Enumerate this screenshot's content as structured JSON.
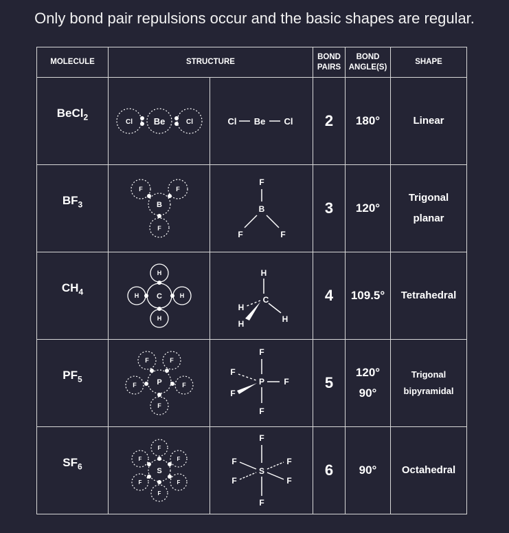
{
  "heading": "Only bond pair repulsions occur and the basic shapes are regular.",
  "headers": {
    "molecule": "MOLECULE",
    "structure": "STRUCTURE",
    "bond_pairs_1": "BOND",
    "bond_pairs_2": "PAIRS",
    "bond_angles_1": "BOND",
    "bond_angles_2": "ANGLE(S)",
    "shape": "SHAPE"
  },
  "rows": [
    {
      "formula": "BeCl",
      "subscript": "2",
      "bond_pairs": "2",
      "angles": [
        "180°"
      ],
      "shape": [
        "Linear"
      ],
      "structure": {
        "central": "Be",
        "ligand": "Cl",
        "ligand_dot": "Cl"
      }
    },
    {
      "formula": "BF",
      "subscript": "3",
      "bond_pairs": "3",
      "angles": [
        "120°"
      ],
      "shape": [
        "Trigonal",
        "planar"
      ],
      "structure": {
        "central": "B",
        "ligand": "F"
      }
    },
    {
      "formula": "CH",
      "subscript": "4",
      "bond_pairs": "4",
      "angles": [
        "109.5°"
      ],
      "shape": [
        "Tetrahedral"
      ],
      "structure": {
        "central": "C",
        "ligand": "H"
      }
    },
    {
      "formula": "PF",
      "subscript": "5",
      "bond_pairs": "5",
      "angles": [
        "120°",
        "90°"
      ],
      "shape": [
        "Trigonal",
        "bipyramidal"
      ],
      "structure": {
        "central": "P",
        "ligand": "F"
      }
    },
    {
      "formula": "SF",
      "subscript": "6",
      "bond_pairs": "6",
      "angles": [
        "90°"
      ],
      "shape": [
        "Octahedral"
      ],
      "structure": {
        "central": "S",
        "ligand": "F"
      }
    }
  ]
}
